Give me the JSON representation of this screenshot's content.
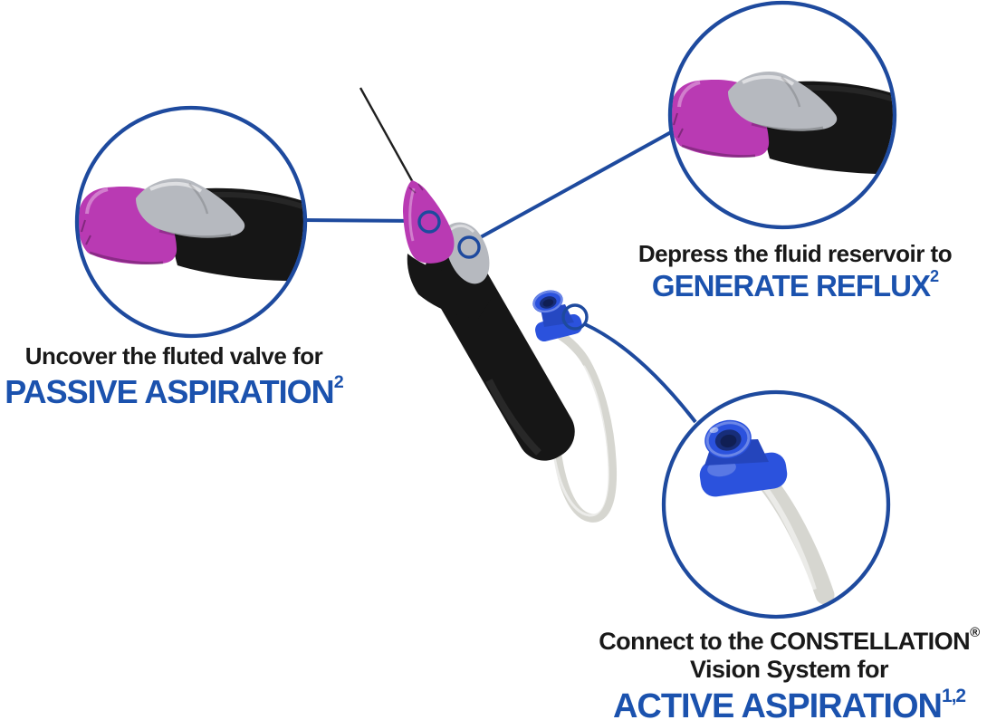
{
  "colors": {
    "accent_blue": "#1e4a9e",
    "headline_blue": "#1b52ae",
    "text_black": "#191919",
    "device_pink": "#b93ab3",
    "device_black": "#161616",
    "device_blue": "#2b52dd",
    "tube_gray": "#d6d6d0",
    "valve_gray": "#b6b9bf",
    "needle_black": "#1f1f1f"
  },
  "callouts": {
    "passive": {
      "intro": "Uncover the fluted valve for",
      "headline": "PASSIVE ASPIRATION",
      "headline_sup": "2"
    },
    "reflux": {
      "intro": "Depress the fluid reservoir to",
      "headline": "GENERATE REFLUX",
      "headline_sup": "2"
    },
    "active": {
      "intro": "Connect to the CONSTELLATION",
      "intro_sup": "®",
      "intro_line2": "Vision System for",
      "headline": "ACTIVE ASPIRATION",
      "headline_sup": "1,2"
    }
  }
}
